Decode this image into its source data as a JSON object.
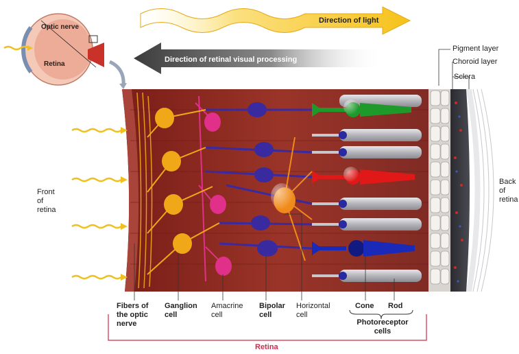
{
  "inset": {
    "optic_nerve": "Optic nerve",
    "retina": "Retina"
  },
  "arrows": {
    "light": "Direction of light",
    "processing": "Direction of retinal visual processing"
  },
  "right_labels": {
    "pigment": "Pigment layer",
    "choroid": "Choroid layer",
    "sclera": "Sclera",
    "back": [
      "Back",
      "of",
      "retina"
    ]
  },
  "left_labels": {
    "front": [
      "Front",
      "of",
      "retina"
    ]
  },
  "bottom_labels": {
    "fibers": [
      "Fibers of",
      "the optic",
      "nerve"
    ],
    "ganglion": [
      "Ganglion",
      "cell"
    ],
    "amacrine": [
      "Amacrine",
      "cell"
    ],
    "bipolar": [
      "Bipolar",
      "cell"
    ],
    "horizontal": [
      "Horizontal",
      "cell"
    ],
    "cone": "Cone",
    "rod": "Rod",
    "photoreceptor": [
      "Photoreceptor",
      "cells"
    ],
    "retina": "Retina"
  },
  "colors": {
    "tissue": "#8e2a22",
    "tissue_light": "#b0463a",
    "ganglion": "#f0a818",
    "amacrine": "#e0308a",
    "bipolar": "#3a2aa0",
    "horizontal": "#f08a18",
    "cone_green": "#1e9a2a",
    "cone_red": "#e01818",
    "cone_blue": "#1a2ab8",
    "rod": "#b8b8bc",
    "bracket": "#d02a4a",
    "light_arrow": "#f0c418"
  }
}
